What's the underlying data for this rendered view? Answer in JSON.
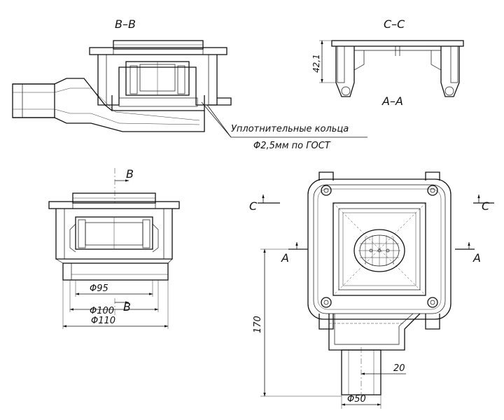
{
  "views": {
    "section_bb": {
      "title": "B–B"
    },
    "section_cc": {
      "title": "C–C",
      "height_dim": "42,1",
      "sub_title": "A–A"
    },
    "side_view": {
      "cut_mark_top": "B",
      "cut_mark_bottom": "B",
      "dims": [
        "Φ95",
        "Φ100",
        "Φ110"
      ]
    },
    "plan_view": {
      "cut_c_left": "C",
      "cut_c_right": "C",
      "cut_a_left": "A",
      "cut_a_right": "A",
      "dim_height": "170",
      "dim_offset": "20",
      "dim_outlet": "Φ50"
    }
  },
  "annotation": {
    "line1": "Уплотнительные кольца",
    "line2": "Φ2,5мм по ГОСТ"
  }
}
